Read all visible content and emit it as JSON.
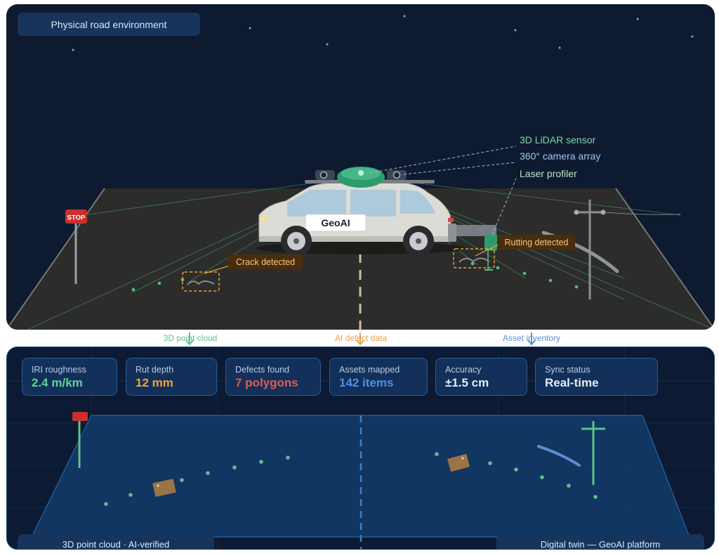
{
  "top_panel": {
    "title": "Physical road environment"
  },
  "scene": {
    "vehicle_label": "GeoAI",
    "stop_sign": "STOP",
    "sensor_labels": [
      "3D LiDAR sensor",
      "360° camera array",
      "Laser profiler"
    ],
    "defect_labels": {
      "crack": "Crack detected",
      "rutting": "Rutting detected"
    }
  },
  "flows": [
    {
      "label": "3D point cloud",
      "color": "#5fbf8f"
    },
    {
      "label": "AI defect data",
      "color": "#e8a24a"
    },
    {
      "label": "Asset inventory",
      "color": "#5b8fd6"
    }
  ],
  "metrics": [
    {
      "label": "IRI roughness",
      "value": "2.4 m/km",
      "color": "#5fd39a"
    },
    {
      "label": "Rut depth",
      "value": "12 mm",
      "color": "#f0a03c"
    },
    {
      "label": "Defects found",
      "value": "7 polygons",
      "color": "#e65a4f"
    },
    {
      "label": "Assets mapped",
      "value": "142 items",
      "color": "#4f8fe6"
    },
    {
      "label": "Accuracy",
      "value": "±1.5 cm",
      "color": "#e2ecf7"
    },
    {
      "label": "Sync status",
      "value": "Real-time",
      "color": "#e2ecf7"
    }
  ],
  "bottom_panel": {
    "left_caption": "3D point cloud · AI-verified",
    "right_caption": "Digital twin — GeoAI platform"
  }
}
